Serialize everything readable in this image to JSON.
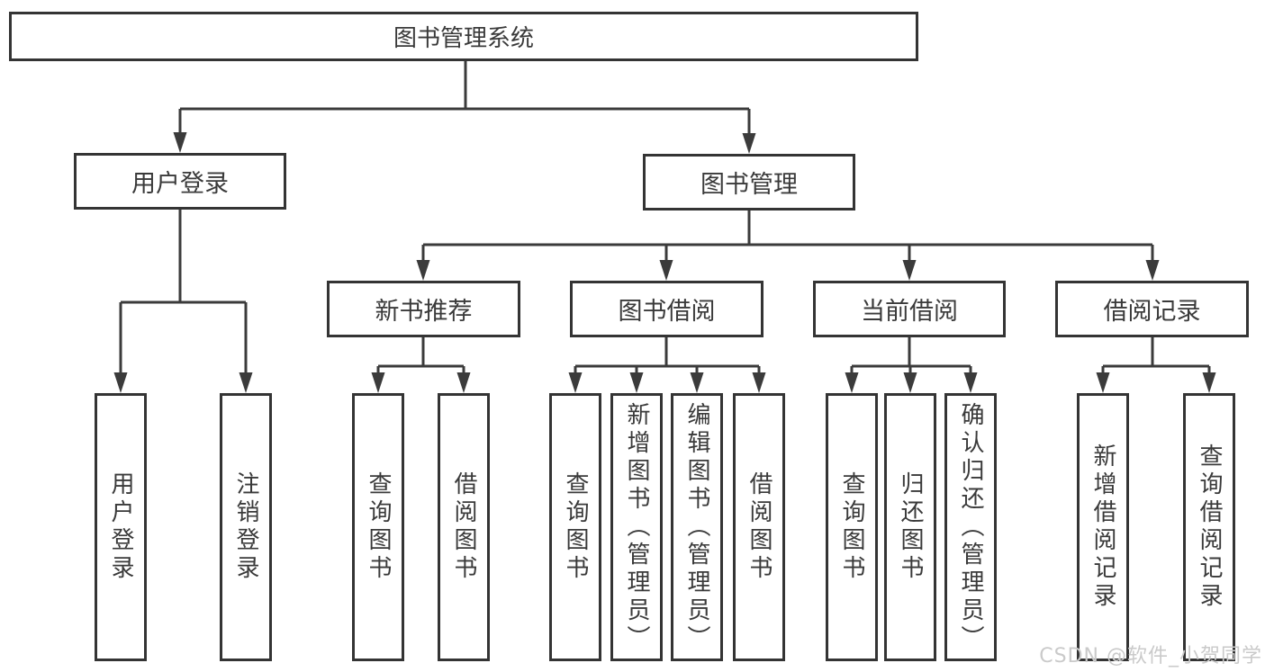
{
  "tree": {
    "label": "图书管理系统",
    "children": [
      {
        "label": "用户登录",
        "children": [
          {
            "label": "用户登录"
          },
          {
            "label": "注销登录"
          }
        ]
      },
      {
        "label": "图书管理",
        "children": [
          {
            "label": "新书推荐",
            "children": [
              {
                "label": "查询图书"
              },
              {
                "label": "借阅图书"
              }
            ]
          },
          {
            "label": "图书借阅",
            "children": [
              {
                "label": "查询图书"
              },
              {
                "label": "新增图书（管理员）"
              },
              {
                "label": "编辑图书（管理员）"
              },
              {
                "label": "借阅图书"
              }
            ]
          },
          {
            "label": "当前借阅",
            "children": [
              {
                "label": "查询图书"
              },
              {
                "label": "归还图书"
              },
              {
                "label": "确认归还（管理员）"
              }
            ]
          },
          {
            "label": "借阅记录",
            "children": [
              {
                "label": "新增借阅记录"
              },
              {
                "label": "查询借阅记录"
              }
            ]
          }
        ]
      }
    ]
  },
  "watermark": {
    "text": "CSDN @软件_小贺同学"
  },
  "colors": {
    "line": "#3b3b3b",
    "border": "#343434",
    "text": "#3a3a3a",
    "background": "#ffffff",
    "watermark": "#cacaca"
  }
}
